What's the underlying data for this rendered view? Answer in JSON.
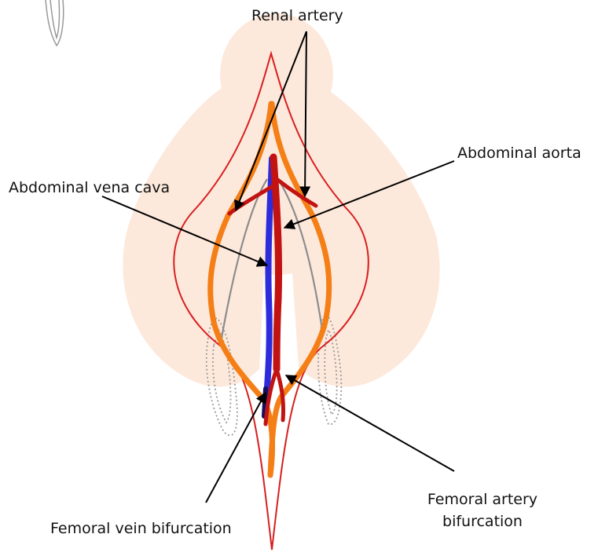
{
  "labels": {
    "renal_artery": "Renal artery",
    "abdominal_aorta": "Abdominal aorta",
    "abdominal_vena_cava": "Abdominal vena cava",
    "femoral_vein_bifurcation": "Femoral vein bifurcation",
    "femoral_artery_bifurcation_line1": "Femoral artery",
    "femoral_artery_bifurcation_line2": "bifurcation"
  },
  "colors": {
    "body_silhouette": "#fde9dc",
    "outline_red": "#d81f1f",
    "ureter_orange": "#f57f17",
    "aorta_red": "#c21212",
    "vena_cava_blue": "#2c2cdc",
    "kidney_gray": "#8c8c8c",
    "pointer_arrow": "#000000"
  }
}
